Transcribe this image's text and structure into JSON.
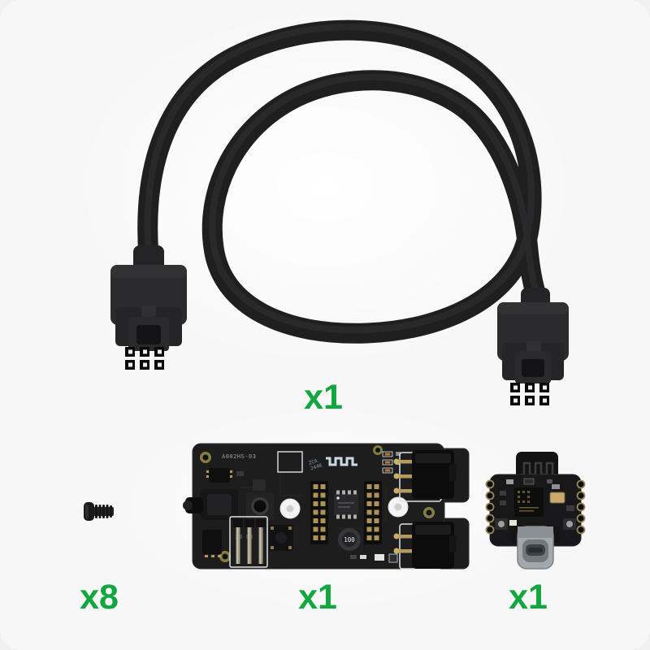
{
  "colors": {
    "accent_green": "#11a63e",
    "page_background": "#f0f0f1",
    "card_background": "#f7f7f8",
    "cable_black": "#1f1f20",
    "pcb_black": "#1d1d1e",
    "usb_shell_gray": "#a3a8ac",
    "silkscreen_white": "#dde3e6",
    "pin_gold": "#b59a5a"
  },
  "quantities": {
    "cable": "x1",
    "screw": "x8",
    "board": "x1",
    "module": "x1"
  },
  "pcb_silkscreen": {
    "part_number": "A002HS-03",
    "logo_line1": "ZCA",
    "logo_line2": "2448",
    "inductor_value": "100"
  }
}
